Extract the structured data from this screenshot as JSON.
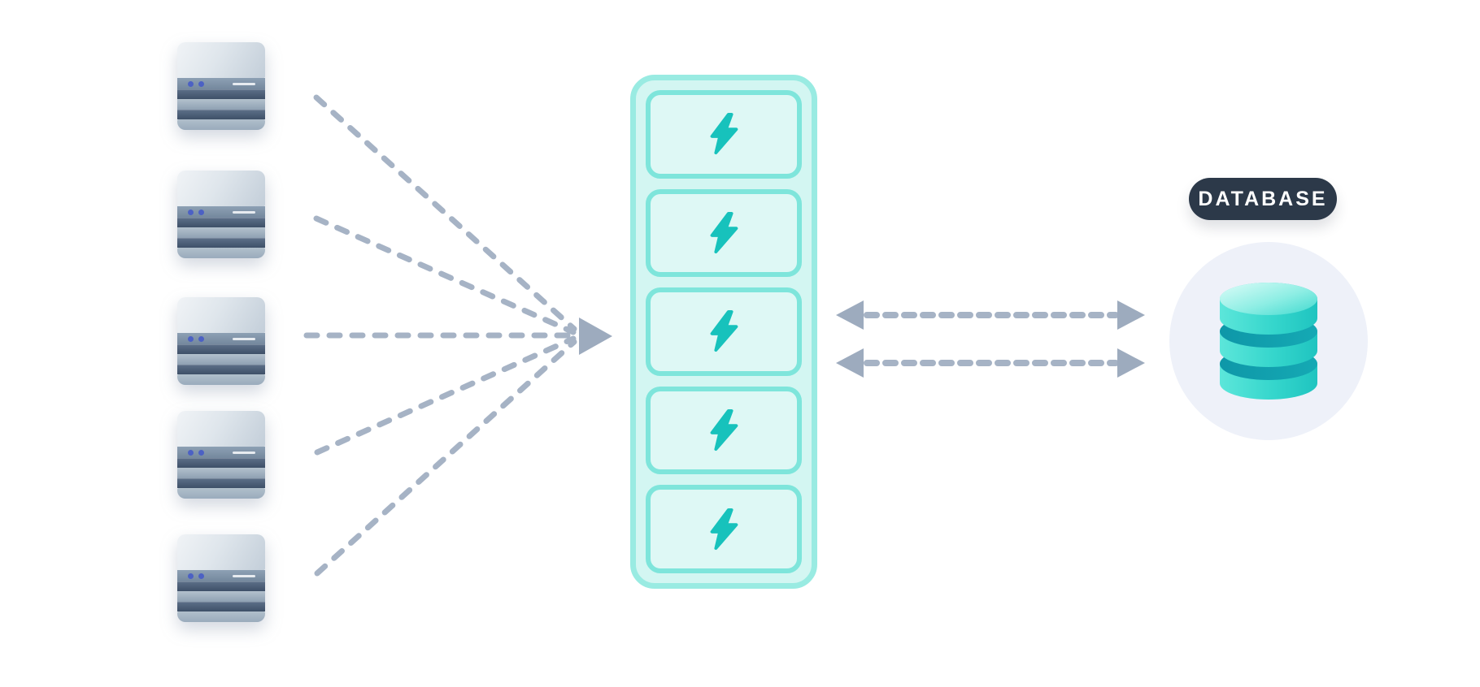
{
  "diagram": {
    "kind": "database-connection-pooling-diagram",
    "servers": [
      {
        "name": "server-1"
      },
      {
        "name": "server-2"
      },
      {
        "name": "server-3"
      },
      {
        "name": "server-4"
      },
      {
        "name": "server-5"
      }
    ],
    "fan_in": {
      "description": "dashed lines from each server converging into one arrow pointing at the pool",
      "line_count": 5
    },
    "pool": {
      "slots": 5,
      "slot_icon": "lightning-bolt-icon"
    },
    "duplex_link": {
      "description": "two dashed double-headed arrows between pool and database",
      "arrow_count": 2
    },
    "database": {
      "label": "DATABASE",
      "icon": "database-cylinder-icon"
    },
    "colors": {
      "background": "#ffffff",
      "connector": "#a6b3c5",
      "pool_border": "#99ebe2",
      "pool_fill": "#d3f6f2",
      "slot_border": "#7ee5db",
      "slot_fill": "#def8f5",
      "bolt_teal": "#17c2bc",
      "label_bg": "#2c3949",
      "label_text": "#ffffff",
      "db_circle": "#eef1f9",
      "cylinder_teal": "#35d6cc",
      "cylinder_groove": "#11a1ae",
      "server_led": "#4c61c4"
    }
  }
}
